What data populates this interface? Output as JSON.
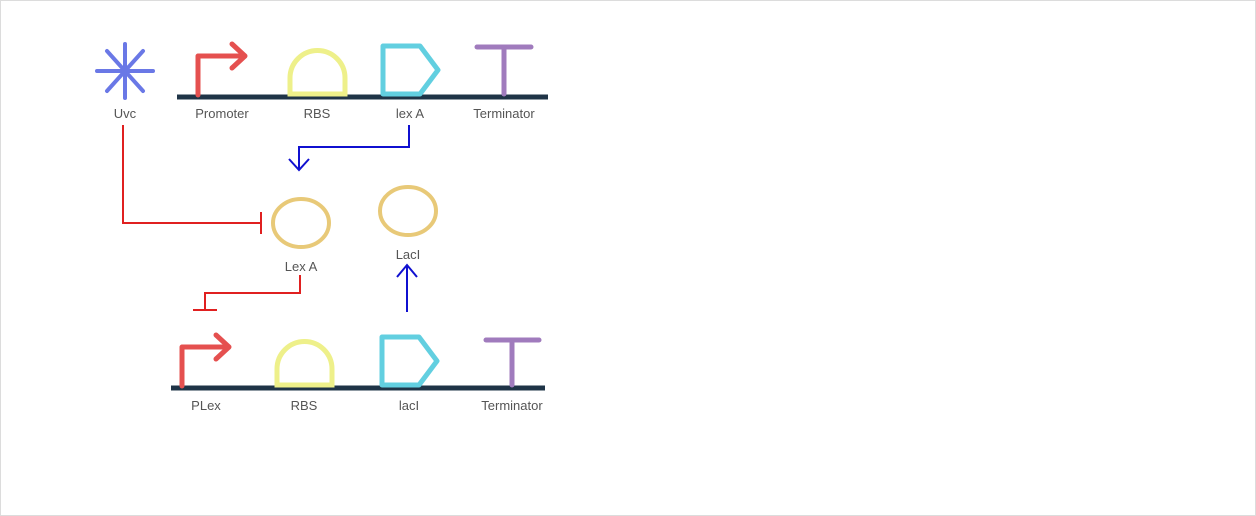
{
  "top_construct": {
    "inducer": "Uvc",
    "parts": [
      "Promoter",
      "RBS",
      "lex A",
      "Terminator"
    ]
  },
  "proteins": {
    "left": "Lex A",
    "right": "LacI"
  },
  "bottom_construct": {
    "parts": [
      "PLex",
      "RBS",
      "lacI",
      "Terminator"
    ]
  },
  "colors": {
    "backbone": "#1f3447",
    "promoter": "#e5504f",
    "rbs": "#eef08a",
    "cds": "#62cfe0",
    "terminator": "#a07bbd",
    "protein": "#e8c978",
    "uv": "#6a78e6",
    "activation": "#1010d0",
    "repression": "#e02020"
  }
}
